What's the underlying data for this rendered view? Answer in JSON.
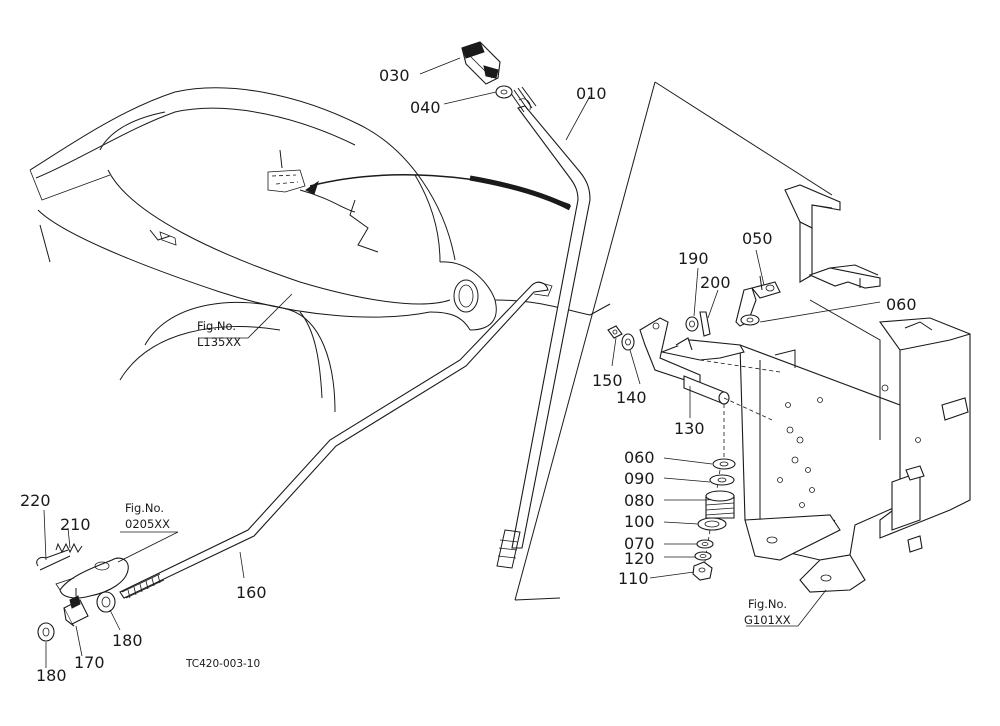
{
  "parts": {
    "p010": "010",
    "p030": "030",
    "p040": "040",
    "p050": "050",
    "p060a": "060",
    "p060b": "060",
    "p070": "070",
    "p080": "080",
    "p090": "090",
    "p100": "100",
    "p110": "110",
    "p120": "120",
    "p130": "130",
    "p140": "140",
    "p150": "150",
    "p160": "160",
    "p170": "170",
    "p180a": "180",
    "p180b": "180",
    "p190": "190",
    "p200": "200",
    "p210": "210",
    "p220": "220"
  },
  "fig_refs": {
    "l135": {
      "title": "Fig.No.",
      "code": "L135XX"
    },
    "f0205": {
      "title": "Fig.No.",
      "code": "0205XX"
    },
    "g101": {
      "title": "Fig.No.",
      "code": "G101XX"
    }
  },
  "drawing_code": "TC420-003-10"
}
